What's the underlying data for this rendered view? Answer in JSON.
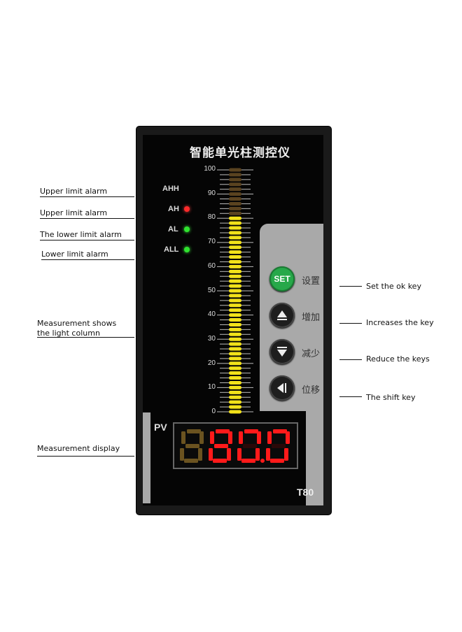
{
  "callouts_left": [
    {
      "id": "ahh",
      "text": "Upper limit alarm"
    },
    {
      "id": "ah",
      "text": "Upper limit alarm"
    },
    {
      "id": "al",
      "text": "The lower limit alarm"
    },
    {
      "id": "all",
      "text": "Lower limit alarm"
    },
    {
      "id": "column",
      "text": "Measurement shows\nthe light column"
    },
    {
      "id": "display",
      "text": "Measurement display"
    }
  ],
  "callouts_right": [
    {
      "id": "set",
      "text": "Set the ok key"
    },
    {
      "id": "up",
      "text": "Increases the key"
    },
    {
      "id": "down",
      "text": "Reduce the keys"
    },
    {
      "id": "shift",
      "text": "The shift key"
    }
  ],
  "device": {
    "title": "智能单光柱测控仪",
    "model": "T80",
    "pv_label": "PV",
    "reading": "800",
    "reading_value": 80.0,
    "bar_level_percent": 80,
    "scale": [
      "100",
      "90",
      "80",
      "70",
      "60",
      "50",
      "40",
      "30",
      "20",
      "10",
      "0"
    ],
    "alarms": [
      {
        "label": "AHH",
        "led": "off"
      },
      {
        "label": "AH",
        "led": "red"
      },
      {
        "label": "AL",
        "led": "green"
      },
      {
        "label": "ALL",
        "led": "green"
      }
    ],
    "buttons": [
      {
        "key": "set",
        "glyph": "SET",
        "label": "设置"
      },
      {
        "key": "up",
        "glyph": "▲",
        "label": "增加"
      },
      {
        "key": "down",
        "glyph": "▼",
        "label": "减少"
      },
      {
        "key": "shift",
        "glyph": "◀",
        "label": "位移"
      }
    ]
  },
  "colors": {
    "bar_on": "#f2e21a",
    "bar_off": "#5a4320",
    "led_red": "#ff2a2a",
    "led_green": "#2fe32f",
    "segment": "#ff1a1a",
    "segment_dim": "#6b5320",
    "set_button": "#27a84a"
  }
}
